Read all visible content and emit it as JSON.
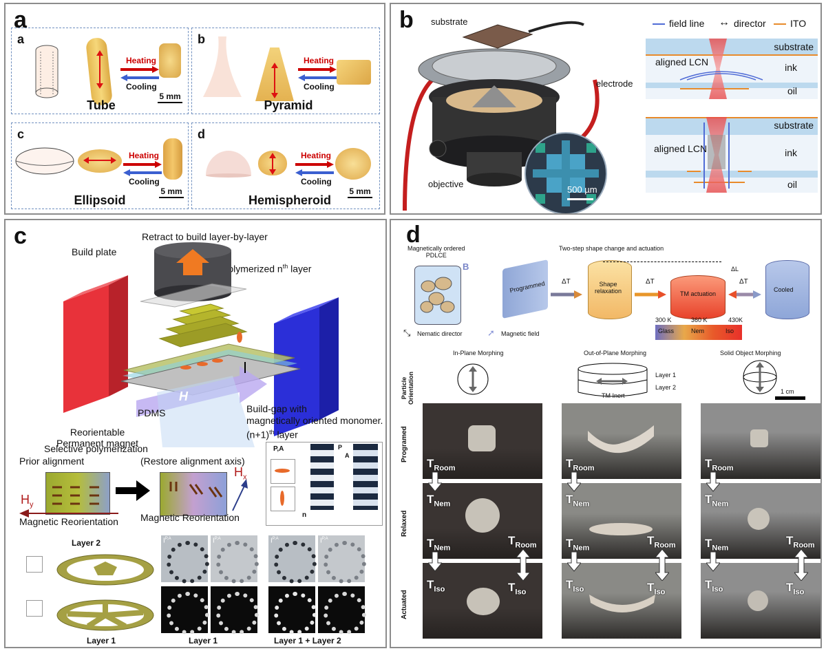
{
  "panel_a": {
    "label": "a",
    "subs": [
      {
        "letter": "a",
        "name": "Tube",
        "heating": "Heating",
        "cooling": "Cooling",
        "scale": "5 mm"
      },
      {
        "letter": "b",
        "name": "Pyramid",
        "heating": "Heating",
        "cooling": "Cooling",
        "scale": "5 mm"
      },
      {
        "letter": "c",
        "name": "Ellipsoid",
        "heating": "Heating",
        "cooling": "Cooling",
        "scale": "5 mm"
      },
      {
        "letter": "d",
        "name": "Hemispheroid",
        "heating": "Heating",
        "cooling": "Cooling",
        "scale": "5 mm"
      }
    ]
  },
  "panel_b": {
    "label": "b",
    "substrate_label": "substrate",
    "electrode_label": "electrode",
    "objective_label": "objective",
    "scale": "500 µm",
    "legend": {
      "field_line": "field line",
      "director": "director",
      "ito": "ITO"
    },
    "top_diagram": {
      "substrate": "substrate",
      "ink": "ink",
      "oil": "oil",
      "aligned": "aligned LCN"
    },
    "bottom_diagram": {
      "substrate": "substrate",
      "ink": "ink",
      "oil": "oil",
      "aligned": "aligned LCN"
    }
  },
  "panel_c": {
    "label": "c",
    "retract": "Retract to build layer-by-layer",
    "build_plate": "Build plate",
    "polymerized": "Polymerized n",
    "polymerized_sup": "th",
    "polymerized_end": " layer",
    "magnet_left": "Reorientable\nPermanent magnet",
    "pdms": "PDMS",
    "h_label": "H",
    "build_gap": "Build-gap with\nmagnetically oriented monomer.\n(n+1)",
    "build_gap_sup": "th",
    "build_gap_end": " layer",
    "selective": "Selective polymerization",
    "prior": "Prior alignment",
    "restore": "(Restore alignment axis)",
    "mag_reorient_1": "Magnetic Reorientation",
    "mag_reorient_2": "Magnetic Reorientation",
    "hy": "H",
    "hy_sub": "y",
    "hx": "H",
    "hx_sub": "x",
    "pa_label": "P,A",
    "p_label": "P",
    "a_label": "A",
    "n_label": "n",
    "layer2_title": "Layer 2",
    "layer1_title": "Layer 1",
    "bottom_labels": [
      "Layer 1",
      "Layer 1 + Layer 2"
    ],
    "ipa": "I",
    "ipa_sup": "P,A"
  },
  "panel_d": {
    "label": "d",
    "mag_ordered": "Magnetically ordered\nPDLCE",
    "b_label": "B",
    "two_step": "Two-step shape change and actuation",
    "programmed": "Programmed",
    "shape_relax": "Shape\nrelaxation",
    "tm_actuation": "TM actuation",
    "cooled": "Cooled",
    "delta_t": "ΔT",
    "delta_l": "ΔL",
    "temps": [
      "300 K",
      "360 K",
      "430K"
    ],
    "phases": [
      "Glass",
      "Nem",
      "Iso"
    ],
    "nematic": "Nematic director",
    "magfield": "Magnetic field",
    "columns": [
      "In-Plane Morphing",
      "Out-of-Plane Morphing",
      "Solid Object Morphing"
    ],
    "particle_orientation": "Particle\nOrientation",
    "layer1": "Layer 1",
    "layer2": "Layer 2",
    "tm_inert": "TM Inert",
    "scale": "1 cm",
    "rows": [
      "Programed",
      "Relaxed",
      "Actuated"
    ],
    "t_room": "T",
    "t_room_sub": "Room",
    "t_nem_sub": "Nem",
    "t_iso_sub": "Iso"
  }
}
